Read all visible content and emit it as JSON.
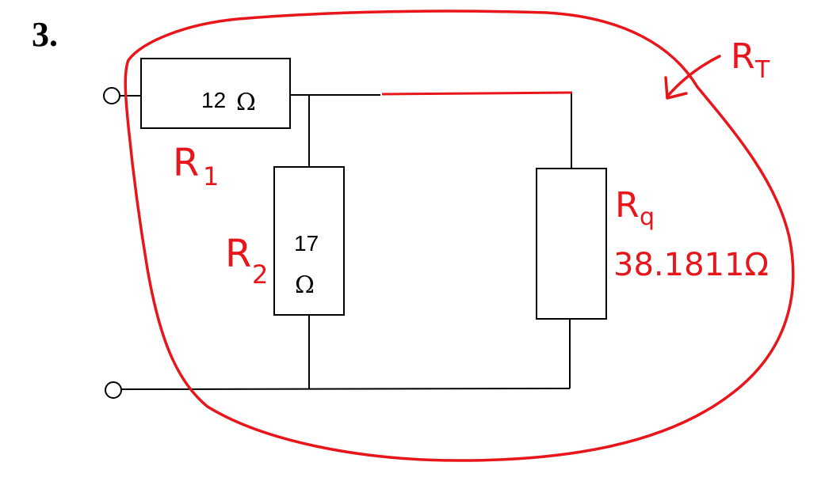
{
  "problem_number": "3.",
  "resistors": {
    "r1": {
      "value": "12",
      "unit": "Ω"
    },
    "r2": {
      "value": "17",
      "unit": "Ω"
    }
  },
  "annotations": {
    "r1_label": "R",
    "r1_sub": "1",
    "r2_label": "R",
    "r2_sub": "2",
    "rq_label": "R",
    "rq_sub": "q",
    "rq_value": "38.1811Ω",
    "rt_label": "R",
    "rt_sub": "T"
  },
  "colors": {
    "wire": "#000000",
    "annotation": "#e8151b"
  }
}
